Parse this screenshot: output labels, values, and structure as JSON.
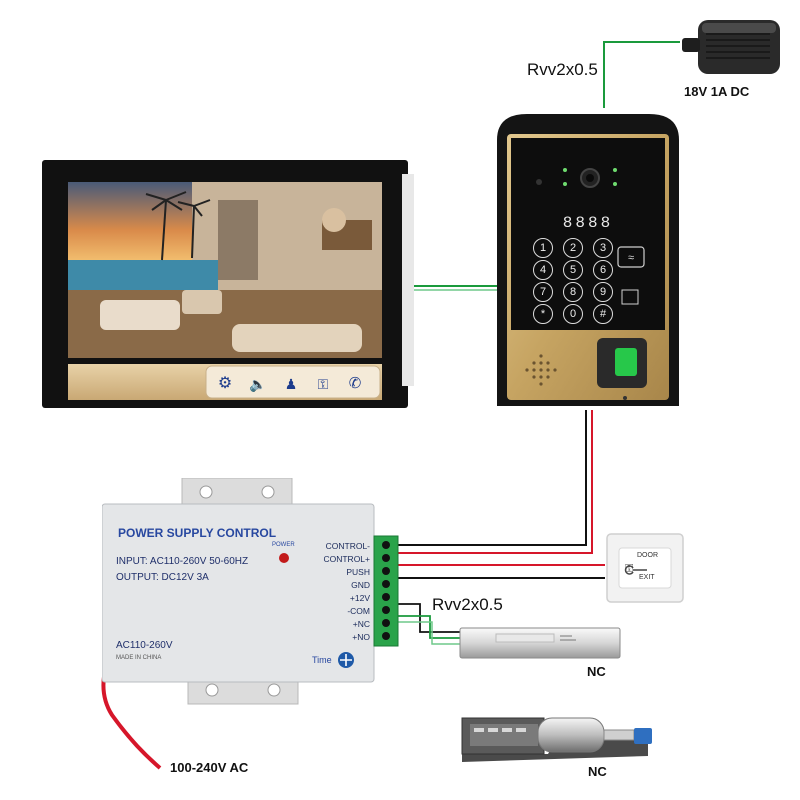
{
  "labels": {
    "cable_top": "Rvv2x0.5",
    "adapter_spec": "18V 1A DC",
    "cable_lock": "Rvv2x0.5",
    "mag_lock_mode": "NC",
    "bolt_lock_mode": "NC",
    "mains": "100-240V AC"
  },
  "power_supply": {
    "title": "POWER SUPPLY CONTROL",
    "input": "INPUT: AC110-260V 50-60HZ",
    "output": "OUTPUT: DC12V  3A",
    "power_led": "POWER",
    "ac_range": "AC110-260V",
    "origin": "MADE IN CHINA",
    "time_knob": "Time",
    "terminals": [
      "CONTROL-",
      "CONTROL+",
      "PUSH",
      "GND",
      "+12V",
      "-COM",
      "+NC",
      "+NO"
    ]
  },
  "exit_button": {
    "line1": "DOOR",
    "line2": "EXIT"
  },
  "door_station": {
    "display": "8888",
    "keys": [
      "1",
      "2",
      "3",
      "4",
      "5",
      "6",
      "7",
      "8",
      "9",
      "*",
      "0",
      "#"
    ]
  },
  "colors": {
    "wire_green": "#1a9a3c",
    "wire_red": "#d6162a",
    "wire_black": "#111111",
    "gold_panel": "#c9a869",
    "psu_body": "#e4e6e8"
  },
  "icons": [
    "settings-icon",
    "volume-icon",
    "person-icon",
    "key-icon",
    "phone-icon"
  ]
}
